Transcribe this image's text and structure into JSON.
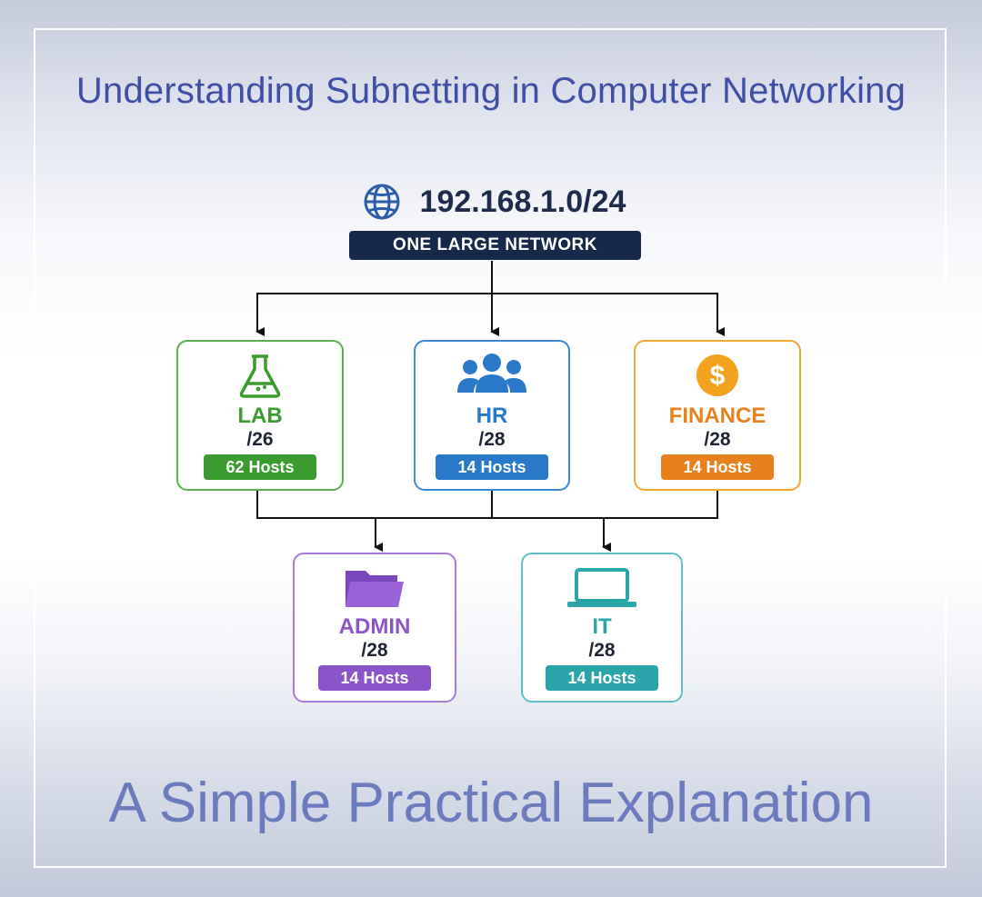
{
  "title": "Understanding Subnetting in Computer Networking",
  "subtitle": "A Simple Practical Explanation",
  "root": {
    "icon": "globe-icon",
    "address": "192.168.1.0/24",
    "label": "ONE LARGE NETWORK"
  },
  "subnets": [
    {
      "name": "LAB",
      "prefix": "/26",
      "hosts": "62 Hosts",
      "icon": "flask-icon",
      "color": "#3a9b2f"
    },
    {
      "name": "HR",
      "prefix": "/28",
      "hosts": "14 Hosts",
      "icon": "people-icon",
      "color": "#2a78c8"
    },
    {
      "name": "FINANCE",
      "prefix": "/28",
      "hosts": "14 Hosts",
      "icon": "dollar-icon",
      "color": "#e8801e"
    },
    {
      "name": "ADMIN",
      "prefix": "/28",
      "hosts": "14 Hosts",
      "icon": "folder-icon",
      "color": "#8b55c9"
    },
    {
      "name": "IT",
      "prefix": "/28",
      "hosts": "14 Hosts",
      "icon": "laptop-icon",
      "color": "#2ba5aa"
    }
  ]
}
